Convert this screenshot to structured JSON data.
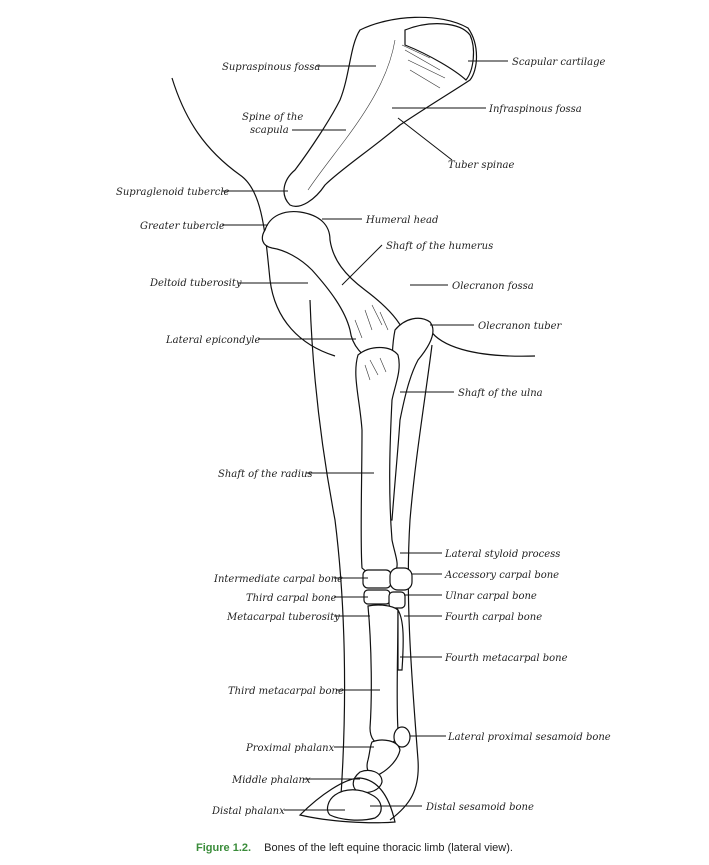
{
  "caption": {
    "figure_label": "Figure 1.2.",
    "text": "Bones of the left equine thoracic limb (lateral view)."
  },
  "labels": {
    "supraspinous_fossa": "Supraspinous fossa",
    "scapular_cartilage": "Scapular cartilage",
    "infraspinous_fossa": "Infraspinous fossa",
    "spine_of_the_scapula": "Spine of the scapula",
    "tuber_spinae": "Tuber spinae",
    "supraglenoid_tubercle": "Supraglenoid tubercle",
    "greater_tubercle": "Greater tubercle",
    "humeral_head": "Humeral head",
    "shaft_of_the_humerus": "Shaft of the humerus",
    "deltoid_tuberosity": "Deltoid tuberosity",
    "olecranon_fossa": "Olecranon fossa",
    "olecranon_tuber": "Olecranon tuber",
    "lateral_epicondyle": "Lateral epicondyle",
    "shaft_of_the_ulna": "Shaft of the ulna",
    "shaft_of_the_radius": "Shaft of the radius",
    "lateral_styloid_process": "Lateral styloid process",
    "intermediate_carpal_bone": "Intermediate carpal bone",
    "accessory_carpal_bone": "Accessory carpal bone",
    "third_carpal_bone": "Third carpal bone",
    "ulnar_carpal_bone": "Ulnar carpal bone",
    "metacarpal_tuberosity": "Metacarpal tuberosity",
    "fourth_carpal_bone": "Fourth carpal bone",
    "fourth_metacarpal_bone": "Fourth metacarpal bone",
    "third_metacarpal_bone": "Third metacarpal bone",
    "lateral_proximal_sesamoid_bone": "Lateral proximal sesamoid bone",
    "proximal_phalanx": "Proximal phalanx",
    "middle_phalanx": "Middle phalanx",
    "distal_sesamoid_bone": "Distal sesamoid bone",
    "distal_phalanx": "Distal phalanx"
  }
}
